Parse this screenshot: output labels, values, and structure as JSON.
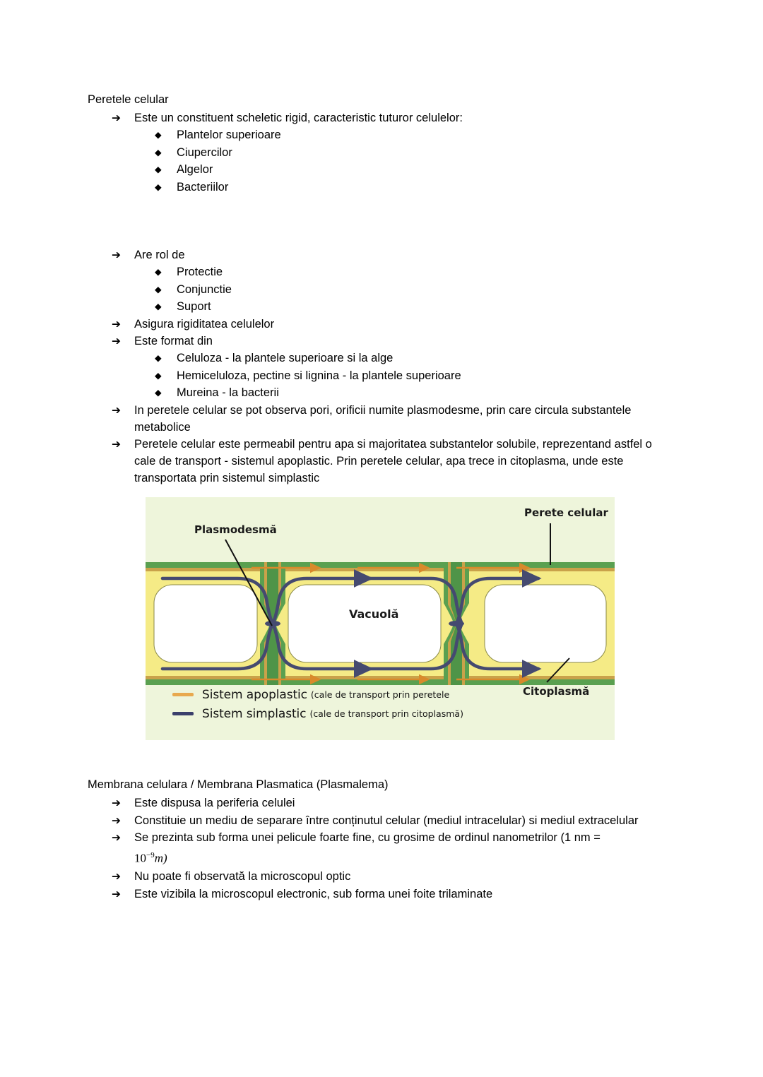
{
  "document": {
    "sections": [
      {
        "title": "Peretele celular",
        "blocks": [
          {
            "bullet": "arrow",
            "text": "Este un constituent scheletic rigid, caracteristic tuturor celulelor:",
            "children": [
              {
                "bullet": "diamond",
                "text": "Plantelor superioare"
              },
              {
                "bullet": "diamond",
                "text": "Ciupercilor"
              },
              {
                "bullet": "diamond",
                "text": "Algelor"
              },
              {
                "bullet": "diamond",
                "text": "Bacteriilor"
              }
            ]
          },
          {
            "bullet": "arrow",
            "text": "Are rol de",
            "gap_before": true,
            "children": [
              {
                "bullet": "diamond",
                "text": "Protectie"
              },
              {
                "bullet": "diamond",
                "text": "Conjunctie"
              },
              {
                "bullet": "diamond",
                "text": "Suport"
              }
            ]
          },
          {
            "bullet": "arrow",
            "text": "Asigura rigiditatea celulelor"
          },
          {
            "bullet": "arrow",
            "text": "Este format din",
            "children": [
              {
                "bullet": "diamond",
                "text": "Celuloza - la plantele superioare si la alge"
              },
              {
                "bullet": "diamond",
                "text": "Hemiceluloza, pectine si lignina - la plantele superioare"
              },
              {
                "bullet": "diamond",
                "text": "Mureina - la bacterii"
              }
            ]
          },
          {
            "bullet": "arrow",
            "text": "In peretele celular se pot observa pori, orificii numite plasmodesme, prin care circula substantele metabolice"
          },
          {
            "bullet": "arrow",
            "text": "Peretele celular este permeabil pentru apa si majoritatea substantelor solubile, reprezentand astfel o cale de transport - sistemul apoplastic. Prin peretele celular, apa trece in citoplasma, unde este transportata prin sistemul simplastic"
          }
        ]
      },
      {
        "title": "Membrana celulara / Membrana Plasmatica (Plasmalema)",
        "blocks": [
          {
            "bullet": "arrow",
            "text": "Este dispusa la periferia celulei"
          },
          {
            "bullet": "arrow",
            "text": "Constituie un mediu de separare între conținutul celular (mediul intracelular) si mediul extracelular"
          },
          {
            "bullet": "arrow",
            "text": "Se prezinta sub forma unei pelicule foarte fine, cu grosime de ordinul nanometrilor (1 nm =",
            "math_suffix": true
          },
          {
            "bullet": "arrow",
            "text": "Nu poate fi observată la microscopul optic"
          },
          {
            "bullet": "arrow",
            "text": "Este vizibila la microscopul electronic, sub forma unei foite trilaminate"
          }
        ]
      }
    ],
    "math": {
      "base": "10",
      "exponent": "−9",
      "unit": "m)"
    },
    "bullet_glyphs": {
      "arrow": "➔",
      "diamond": "◆"
    }
  },
  "figure": {
    "labels": {
      "plasmodesma": "Plasmodesmă",
      "perete_celular": "Perete celular",
      "citoplasma": "Citoplasmă",
      "vacuola": "Vacuolă"
    },
    "legend": [
      {
        "swatch_color": "#e8a94e",
        "main": "Sistem apoplastic",
        "paren": "(cale de transport prin peretele"
      },
      {
        "swatch_color": "#3a3f6b",
        "main": "Sistem simplastic",
        "paren": "(cale de transport prin citoplasmă)"
      }
    ],
    "colors": {
      "background": "#eef5db",
      "wall_green": "#5aa050",
      "wall_green_dark": "#3d7a38",
      "apoplast_orange": "#d9a44a",
      "cytoplasm_yellow": "#f5eb86",
      "vacuole_white": "#ffffff",
      "simplast_navy": "#454a70",
      "leader_line": "#111111"
    }
  }
}
